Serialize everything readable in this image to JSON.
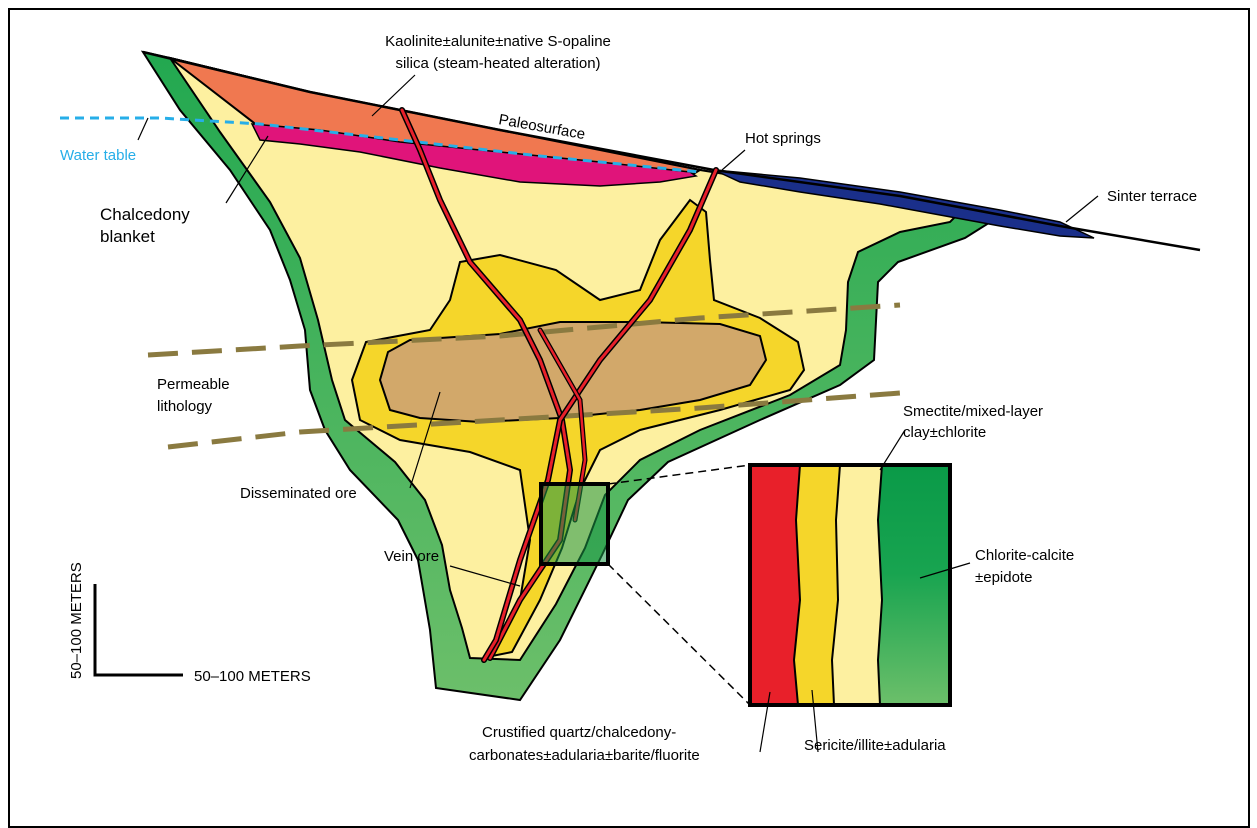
{
  "labels": {
    "kaolinite_1": "Kaolinite±alunite±native S-opaline",
    "kaolinite_2": "silica (steam-heated alteration)",
    "paleosurface": "Paleosurface",
    "water_table": "Water table",
    "hot_springs": "Hot springs",
    "sinter_terrace": "Sinter terrace",
    "chalcedony_1": "Chalcedony",
    "chalcedony_2": "blanket",
    "permeable_1": "Permeable",
    "permeable_2": "lithology",
    "smectite_1": "Smectite/mixed-layer",
    "smectite_2": "clay±chlorite",
    "disseminated_ore": "Disseminated ore",
    "vein_ore": "Vein ore",
    "chlorite_1": "Chlorite-calcite",
    "chlorite_2": "±epidote",
    "crustified_1": "Crustified quartz/chalcedony-",
    "crustified_2": "carbonates±adularia±barite/fluorite",
    "sericite": "Sericite/illite±adularia",
    "scale_vertical": "50–100 METERS",
    "scale_horizontal": "50–100 METERS"
  },
  "colors": {
    "argillic_orange": "#f07850",
    "chalcedony_magenta": "#e0147a",
    "smectite_yellow": "#fdf0a0",
    "sericite_yellow": "#f5d62a",
    "ore_tan": "#d2a86a",
    "vein_red": "#e8202a",
    "chlorite_green": "#1aa64a",
    "sinter_blue": "#1a2f8a",
    "water_table_cyan": "#26aee8",
    "permeable_dash": "#8a7a40"
  }
}
